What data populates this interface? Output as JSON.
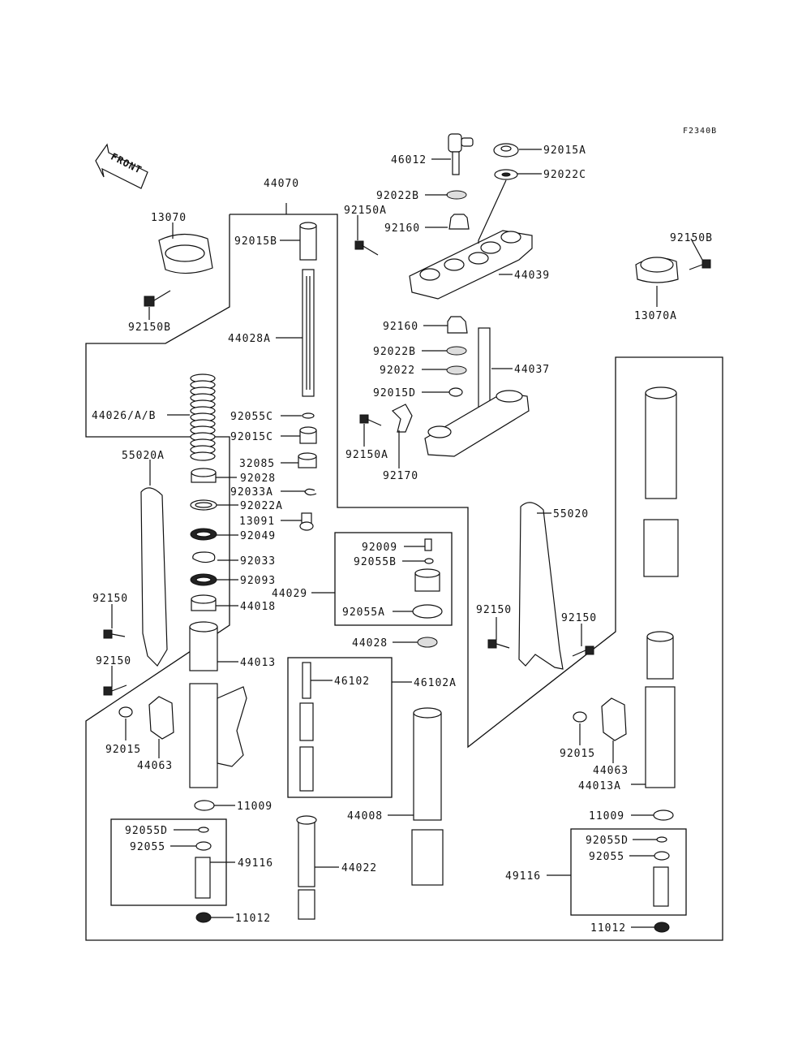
{
  "figure_code": "F2340B",
  "front_label": "FRONT",
  "parts": {
    "p46012": "46012",
    "p92015A": "92015A",
    "p92022C": "92022C",
    "p92022B_top": "92022B",
    "p92150A_top": "92150A",
    "p92160_top": "92160",
    "p44039": "44039",
    "p92150B_r": "92150B",
    "p13070A": "13070A",
    "p44070": "44070",
    "p13070": "13070",
    "p92015B": "92015B",
    "p92150B_l": "92150B",
    "p44028A": "44028A",
    "p92160_mid": "92160",
    "p92022B_mid": "92022B",
    "p92022": "92022",
    "p44037": "44037",
    "p92015D": "92015D",
    "p44026": "44026/A/B",
    "p92055C": "92055C",
    "p92015C": "92015C",
    "p92150A_mid": "92150A",
    "p32085": "32085",
    "p92170": "92170",
    "p55020A": "55020A",
    "p92028": "92028",
    "p92033A": "92033A",
    "p92022A": "92022A",
    "p55020": "55020",
    "p13091": "13091",
    "p92049": "92049",
    "p92009": "92009",
    "p92033": "92033",
    "p92055B": "92055B",
    "p92093": "92093",
    "p44029": "44029",
    "p44018": "44018",
    "p92055A": "92055A",
    "p92150_l1": "92150",
    "p92150_r1": "92150",
    "p92150_r2": "92150",
    "p44028": "44028",
    "p44013": "44013",
    "p92150_l2": "92150",
    "p46102": "46102",
    "p46102A": "46102A",
    "p92015_l": "92015",
    "p92015_r": "92015",
    "p44063_l": "44063",
    "p44063_r": "44063",
    "p44013A": "44013A",
    "p11009_l": "11009",
    "p11009_r": "11009",
    "p44008": "44008",
    "p92055D_l": "92055D",
    "p92055_l": "92055",
    "p49116_l": "49116",
    "p44022": "44022",
    "p92055D_r": "92055D",
    "p92055_r": "92055",
    "p49116_r": "49116",
    "p11012_l": "11012",
    "p11012_r": "11012"
  }
}
